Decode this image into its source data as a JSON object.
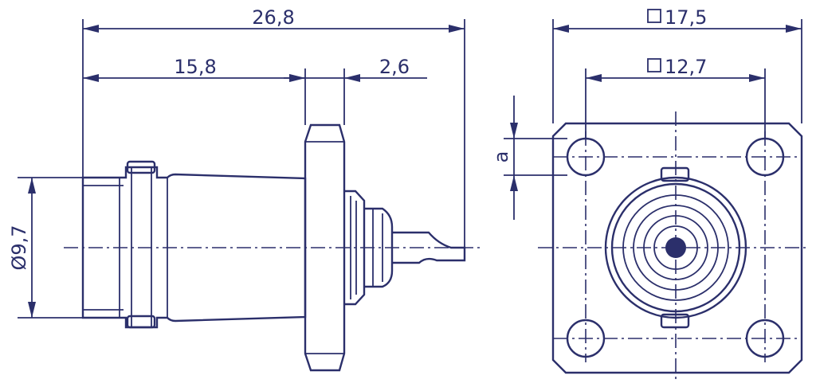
{
  "side_view": {
    "overall_length": "26,8",
    "body_length": "15,8",
    "flange_thickness": "2,6",
    "body_diameter": "Ø9,7"
  },
  "front_view": {
    "flange_square": "17,5",
    "hole_spacing": "12,7",
    "hole_offset": "a"
  },
  "colors": {
    "line": "#2b2f6b",
    "background": "#ffffff"
  }
}
